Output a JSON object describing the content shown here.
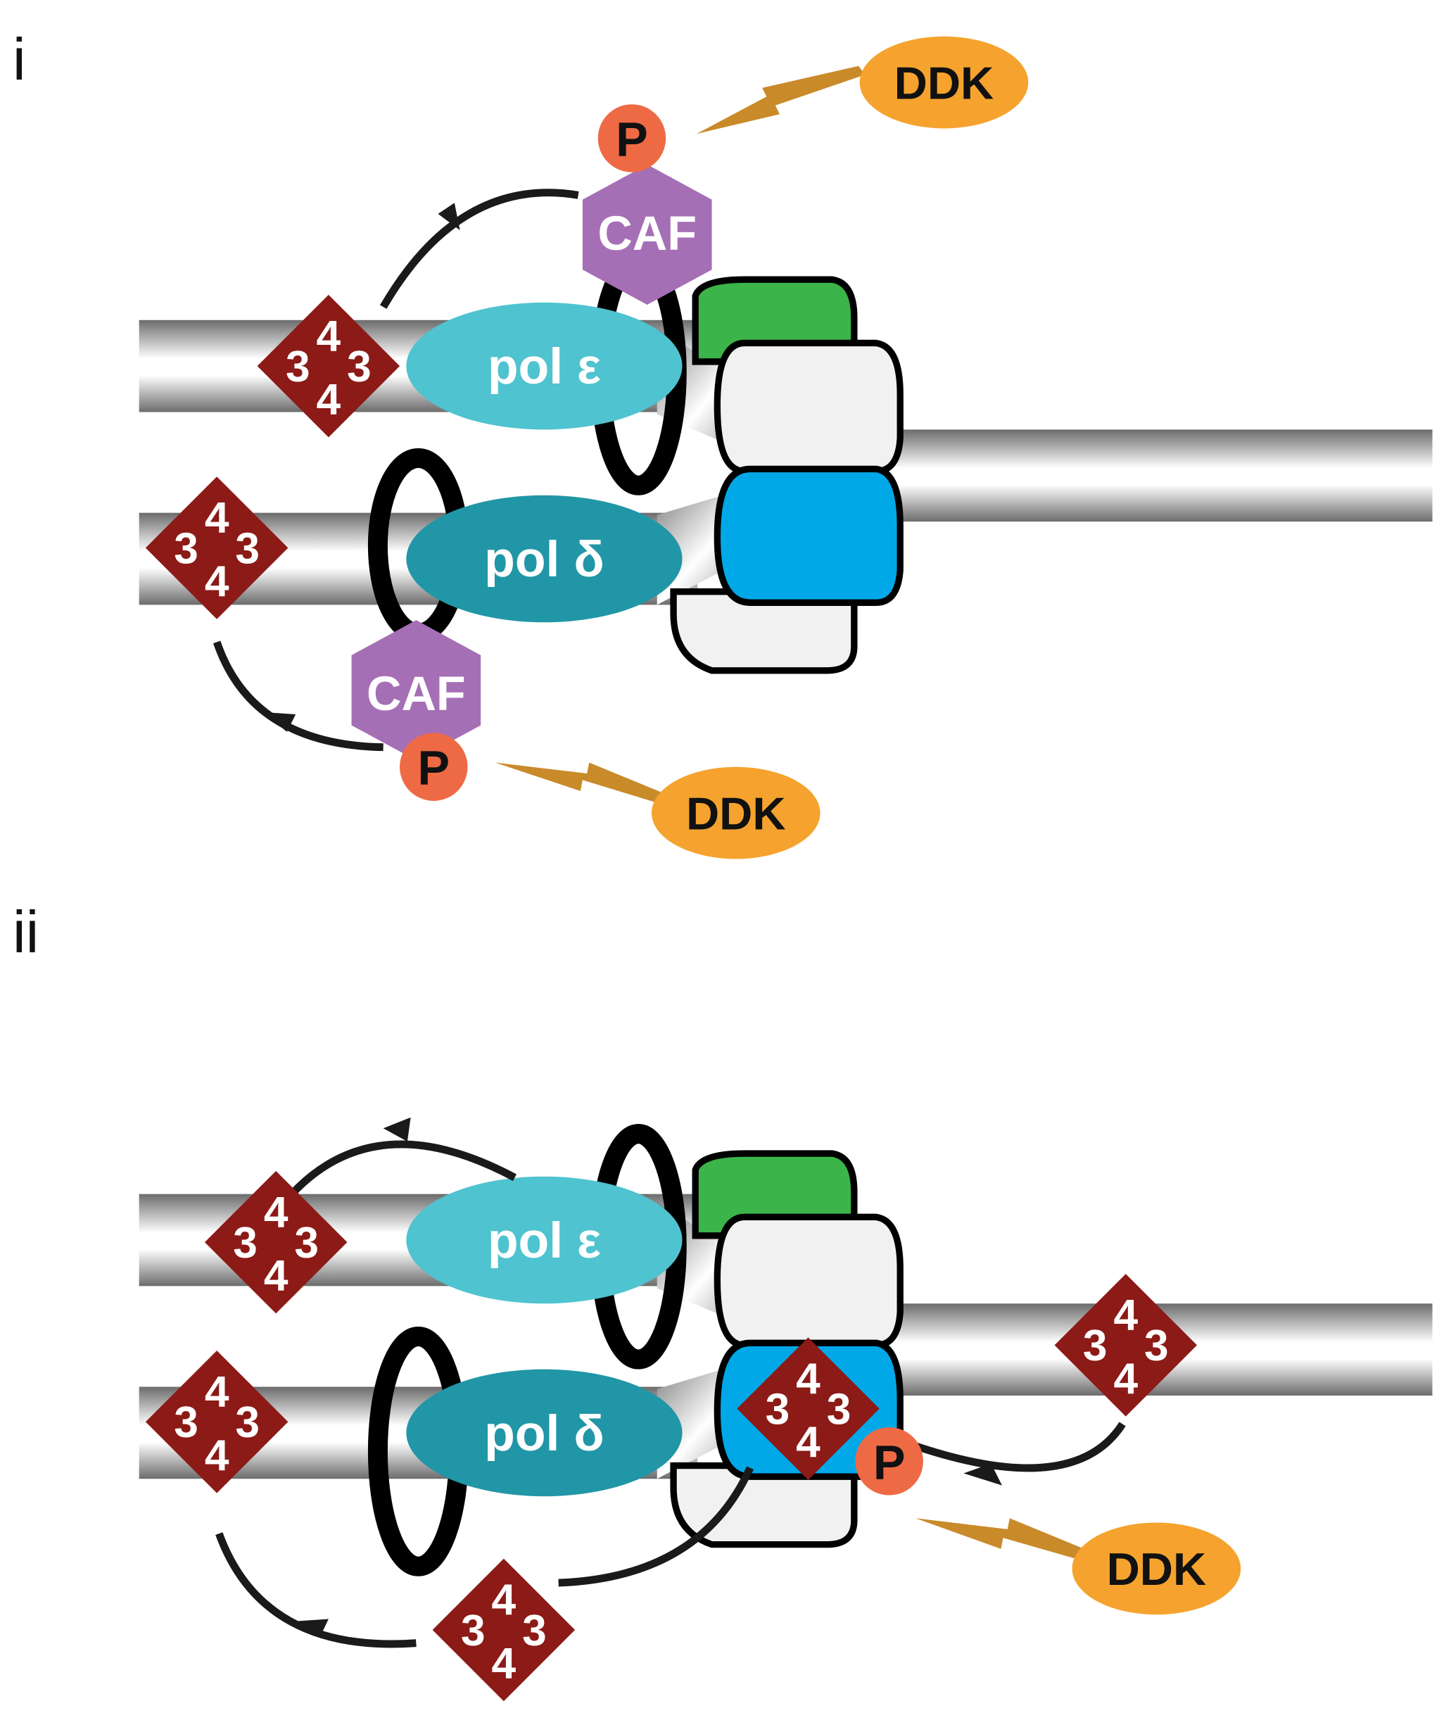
{
  "panels": [
    {
      "label": "i",
      "pol_epsilon": "pol ε",
      "pol_delta": "pol δ",
      "caf_top": "CAF",
      "caf_bottom": "CAF",
      "phospho_top": "P",
      "phospho_bottom": "P",
      "ddk_top": "DDK",
      "ddk_bottom": "DDK",
      "histone_top": {
        "top": "4",
        "left": "3",
        "right": "3",
        "bottom": "4"
      },
      "histone_bottom": {
        "top": "4",
        "left": "3",
        "right": "3",
        "bottom": "4"
      }
    },
    {
      "label": "ii",
      "pol_epsilon": "pol ε",
      "pol_delta": "pol δ",
      "phospho": "P",
      "ddk": "DDK",
      "histone_leading": {
        "top": "4",
        "left": "3",
        "right": "3",
        "bottom": "4"
      },
      "histone_lagging": {
        "top": "4",
        "left": "3",
        "right": "3",
        "bottom": "4"
      },
      "histone_parental": {
        "top": "4",
        "left": "3",
        "right": "3",
        "bottom": "4"
      },
      "histone_helicase": {
        "top": "4",
        "left": "3",
        "right": "3",
        "bottom": "4"
      },
      "histone_released": {
        "top": "4",
        "left": "3",
        "right": "3",
        "bottom": "4"
      }
    }
  ],
  "colors": {
    "histone": "#8c1a16",
    "pol_epsilon": "#4fc3cf",
    "pol_delta": "#2196a6",
    "caf": "#a56fb5",
    "phospho": "#ee6a45",
    "ddk": "#f5a32e",
    "arrow": "#c98a2a",
    "helicase_green": "#3bb44a",
    "helicase_blue": "#00a8e8",
    "helicase_grey": "#f1f1f1",
    "clamp": "#000000"
  }
}
